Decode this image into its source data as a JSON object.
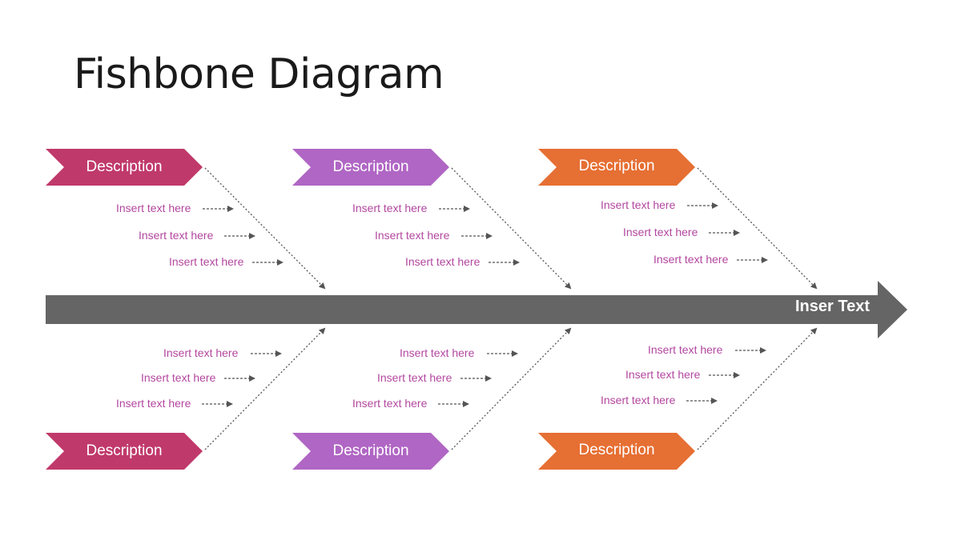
{
  "title": "Fishbone Diagram",
  "effect": {
    "label": "Inser Text",
    "color": "#656565"
  },
  "colors": {
    "group1": "#c0396b",
    "group2": "#b066c4",
    "group3": "#e66f33",
    "subtext": "#b3479f",
    "connector": "#555555"
  },
  "top": [
    {
      "label": "Description",
      "items": [
        "Insert text here",
        "Insert text here",
        "Insert text here"
      ]
    },
    {
      "label": "Description",
      "items": [
        "Insert text here",
        "Insert text here",
        "Insert text here"
      ]
    },
    {
      "label": "Description",
      "items": [
        "Insert text here",
        "Insert text here",
        "Insert text here"
      ]
    }
  ],
  "bottom": [
    {
      "label": "Description",
      "items": [
        "Insert text here",
        "Insert text here",
        "Insert text here"
      ]
    },
    {
      "label": "Description",
      "items": [
        "Insert text here",
        "Insert text here",
        "Insert text here"
      ]
    },
    {
      "label": "Description",
      "items": [
        "Insert text here",
        "Insert text here",
        "Insert text here"
      ]
    }
  ]
}
